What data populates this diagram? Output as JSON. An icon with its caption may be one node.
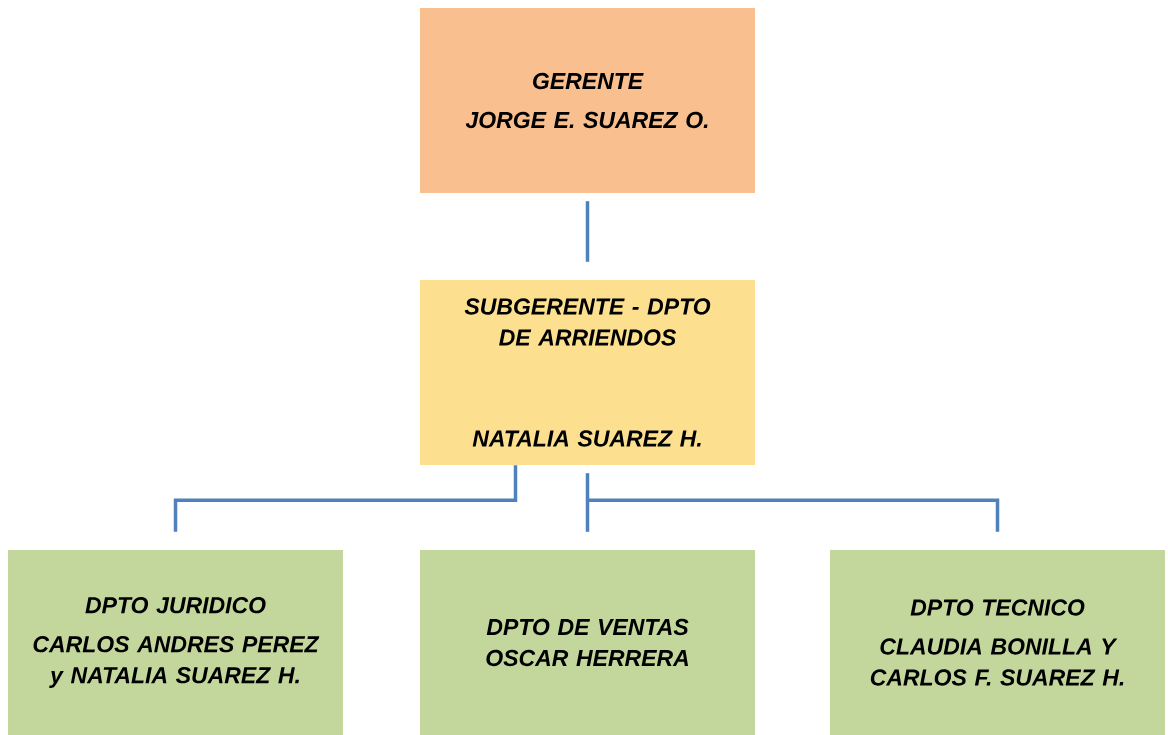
{
  "diagram": {
    "nodes": [
      {
        "text": [
          "GERENTE",
          "JORGE E. SUAREZ O."
        ]
      },
      {
        "text": [
          "SUBGERENTE - DPTO DE ARRIENDOS",
          "NATALIA SUAREZ H."
        ]
      },
      {
        "text": [
          "DPTO JURIDICO",
          "CARLOS ANDRES PEREZ y NATALIA SUAREZ H."
        ]
      },
      {
        "text": [
          "DPTO DE VENTAS",
          "OSCAR HERRERA"
        ]
      },
      {
        "text": [
          "DPTO TECNICO",
          "CLAUDIA BONILLA Y CARLOS F. SUAREZ H."
        ]
      }
    ],
    "edges": [
      {
        "from": 0,
        "to": 1,
        "arrow": "none"
      },
      {
        "from": 1,
        "to": 2,
        "arrow": "none"
      },
      {
        "from": 1,
        "to": 3,
        "arrow": "none"
      },
      {
        "from": 1,
        "to": 4,
        "arrow": "none"
      }
    ]
  }
}
